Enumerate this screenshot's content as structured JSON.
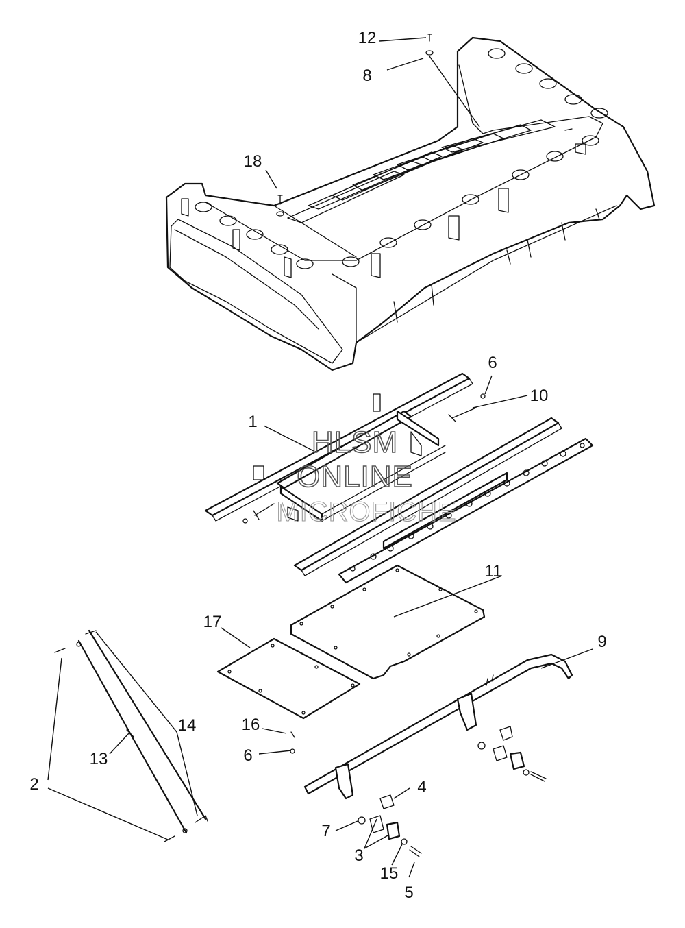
{
  "watermark": {
    "line1": "HLSM",
    "line2": "ONLINE",
    "line3": "MICROFICHE"
  },
  "callouts": [
    {
      "id": "c12",
      "label": "12"
    },
    {
      "id": "c8",
      "label": "8"
    },
    {
      "id": "c18",
      "label": "18"
    },
    {
      "id": "c6a",
      "label": "6"
    },
    {
      "id": "c10",
      "label": "10"
    },
    {
      "id": "c1",
      "label": "1"
    },
    {
      "id": "c11",
      "label": "11"
    },
    {
      "id": "c17",
      "label": "17"
    },
    {
      "id": "c9",
      "label": "9"
    },
    {
      "id": "c2",
      "label": "2"
    },
    {
      "id": "c14",
      "label": "14"
    },
    {
      "id": "c13",
      "label": "13"
    },
    {
      "id": "c16",
      "label": "16"
    },
    {
      "id": "c6b",
      "label": "6"
    },
    {
      "id": "c4",
      "label": "4"
    },
    {
      "id": "c7",
      "label": "7"
    },
    {
      "id": "c3",
      "label": "3"
    },
    {
      "id": "c15",
      "label": "15"
    },
    {
      "id": "c5",
      "label": "5"
    }
  ]
}
